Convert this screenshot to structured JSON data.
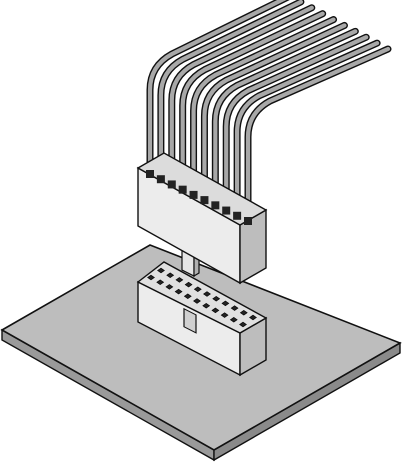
{
  "illustration": {
    "wire_count": 10,
    "receptacle_columns": 11,
    "receptacle_rows": 2,
    "colors": {
      "board_top": "#bdbdbd",
      "board_side": "#9a9a9a",
      "housing_face": "#ececec",
      "housing_top": "#e0e0e0",
      "housing_side": "#bdbdbd",
      "wire": "#a8a8a8",
      "outline": "#111111",
      "pin_hole": "#222222"
    }
  }
}
